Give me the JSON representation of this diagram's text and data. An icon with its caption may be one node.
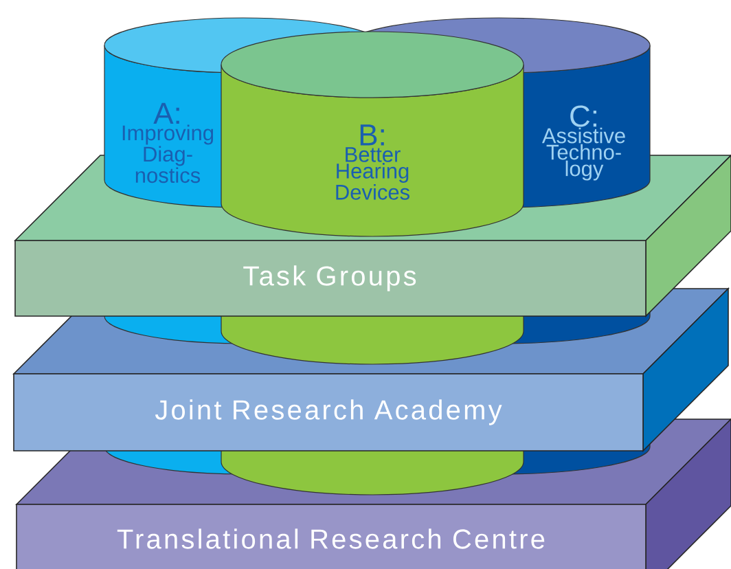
{
  "diagram": {
    "nodes": [
      {
        "text": [
          "A:",
          "Improving Diag- nostics"
        ]
      },
      {
        "text": [
          "B:",
          "Better Hearing Devices"
        ]
      },
      {
        "text": [
          "C:",
          "Assistive Techno- logy"
        ]
      },
      {
        "text": [
          "Task Groups"
        ]
      },
      {
        "text": [
          "Joint Research Academy"
        ]
      },
      {
        "text": [
          "Translational Research Centre"
        ]
      }
    ]
  }
}
